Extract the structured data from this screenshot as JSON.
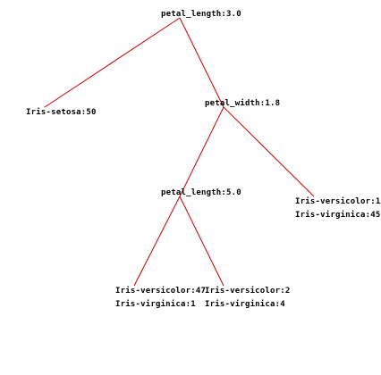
{
  "tree": {
    "edge_color": "#cc0000",
    "text_color": "#000000",
    "background": "#ffffff",
    "root": {
      "label": "petal_length:3.0",
      "left": {
        "leaf_lines": [
          "Iris-setosa:50"
        ]
      },
      "right": {
        "label": "petal_width:1.8",
        "left": {
          "label": "petal_length:5.0",
          "left": {
            "leaf_lines": [
              "Iris-versicolor:47",
              "Iris-virginica:1"
            ]
          },
          "right": {
            "leaf_lines": [
              "Iris-versicolor:2",
              "Iris-virginica:4"
            ]
          }
        },
        "right": {
          "leaf_lines": [
            "Iris-versicolor:1",
            "Iris-virginica:45"
          ]
        }
      }
    }
  }
}
